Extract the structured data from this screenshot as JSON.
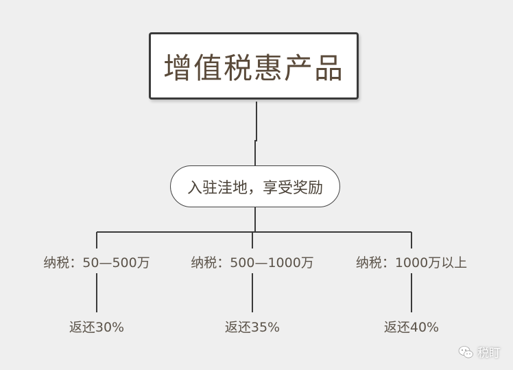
{
  "diagram": {
    "root": {
      "label": "增值税惠产品"
    },
    "middle": {
      "label": "入驻洼地，享受奖励"
    },
    "branches": [
      {
        "condition": "纳税：50—500万",
        "reward": "返还30%"
      },
      {
        "condition": "纳税：500—1000万",
        "reward": "返还35%"
      },
      {
        "condition": "纳税：1000万以上",
        "reward": "返还40%"
      }
    ]
  },
  "watermark": {
    "icon": "wechat-icon",
    "text": "税盯"
  },
  "colors": {
    "background": "#efefef",
    "line": "#3a3a3a",
    "text": "#5a5248"
  }
}
